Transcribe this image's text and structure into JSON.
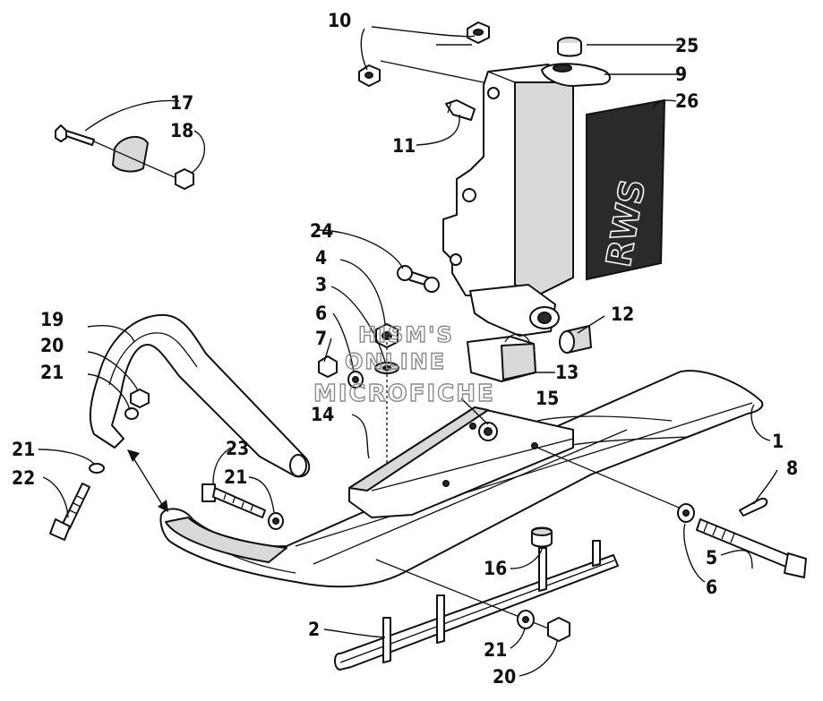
{
  "watermark": {
    "line1": "HISM'S",
    "line2": "ONLINE",
    "line3": "MICROFICHE"
  },
  "decal": {
    "text": "RWS"
  },
  "callouts": [
    {
      "id": "c1",
      "label": "1"
    },
    {
      "id": "c2",
      "label": "2"
    },
    {
      "id": "c3",
      "label": "3"
    },
    {
      "id": "c4",
      "label": "4"
    },
    {
      "id": "c5",
      "label": "5"
    },
    {
      "id": "c6a",
      "label": "6"
    },
    {
      "id": "c6b",
      "label": "6"
    },
    {
      "id": "c7",
      "label": "7"
    },
    {
      "id": "c8",
      "label": "8"
    },
    {
      "id": "c9",
      "label": "9"
    },
    {
      "id": "c10",
      "label": "10"
    },
    {
      "id": "c11",
      "label": "11"
    },
    {
      "id": "c12",
      "label": "12"
    },
    {
      "id": "c13",
      "label": "13"
    },
    {
      "id": "c14",
      "label": "14"
    },
    {
      "id": "c15",
      "label": "15"
    },
    {
      "id": "c16",
      "label": "16"
    },
    {
      "id": "c17",
      "label": "17"
    },
    {
      "id": "c18",
      "label": "18"
    },
    {
      "id": "c19",
      "label": "19"
    },
    {
      "id": "c20a",
      "label": "20"
    },
    {
      "id": "c20b",
      "label": "20"
    },
    {
      "id": "c21a",
      "label": "21"
    },
    {
      "id": "c21b",
      "label": "21"
    },
    {
      "id": "c21c",
      "label": "21"
    },
    {
      "id": "c21d",
      "label": "21"
    },
    {
      "id": "c22",
      "label": "22"
    },
    {
      "id": "c23",
      "label": "23"
    },
    {
      "id": "c24",
      "label": "24"
    },
    {
      "id": "c25",
      "label": "25"
    },
    {
      "id": "c26",
      "label": "26"
    }
  ]
}
